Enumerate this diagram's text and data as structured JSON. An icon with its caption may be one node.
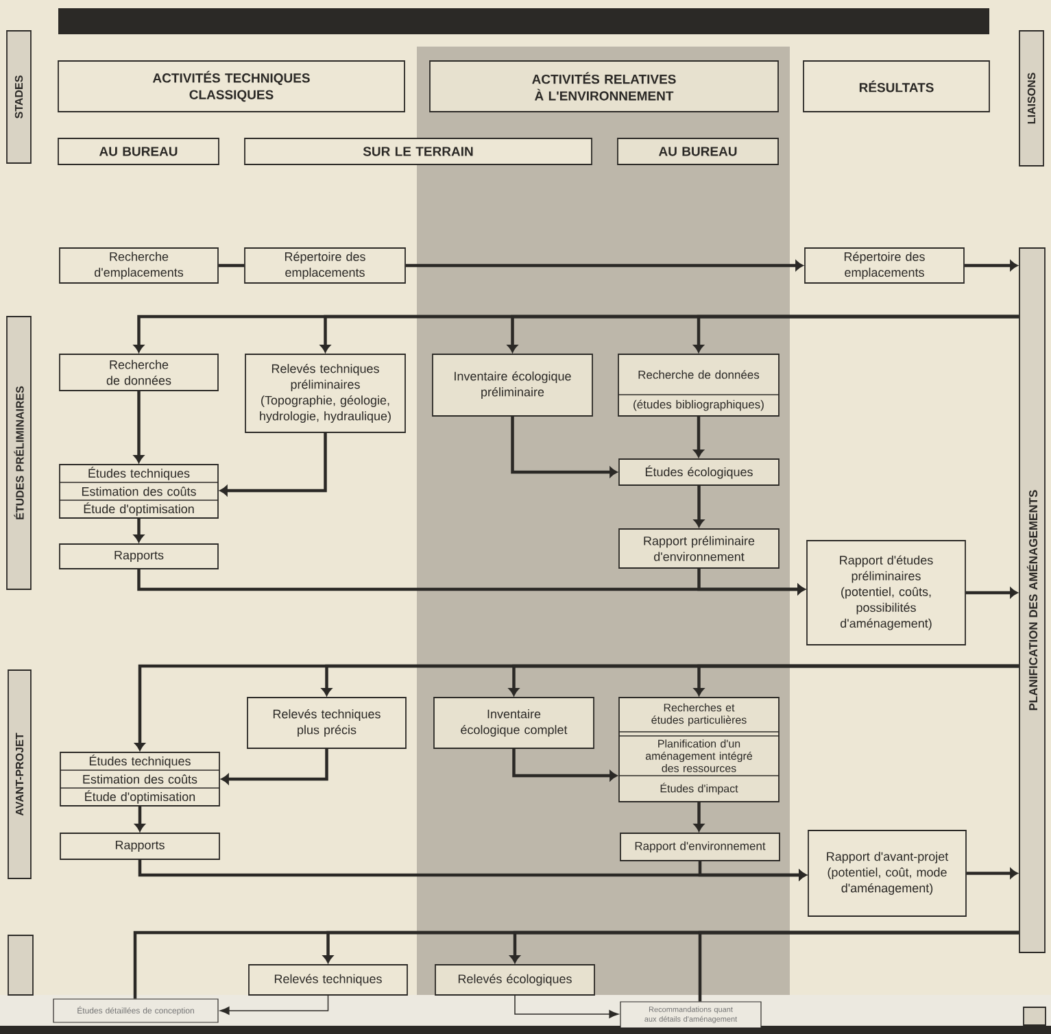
{
  "diagram": {
    "nodes": [
      {
        "text": [
          "STADES"
        ]
      },
      {
        "text": [
          "LIAISONS"
        ]
      },
      {
        "text": [
          "ACTIVITÉS TECHNIQUES CLASSIQUES"
        ]
      },
      {
        "text": [
          "ACTIVITÉS RELATIVES À L'ENVIRONNEMENT"
        ]
      },
      {
        "text": [
          "RÉSULTATS"
        ]
      },
      {
        "text": [
          "AU BUREAU"
        ]
      },
      {
        "text": [
          "SUR LE TERRAIN"
        ]
      },
      {
        "text": [
          "AU BUREAU"
        ]
      },
      {
        "text": [
          "Recherche d'emplacements"
        ]
      },
      {
        "text": [
          "Répertoire des emplacements"
        ]
      },
      {
        "text": [
          "Répertoire des emplacements"
        ]
      },
      {
        "text": [
          "PLANIFICATION DES AMÉNAGEMENTS"
        ]
      },
      {
        "text": [
          "ÉTUDES PRÉLIMINAIRES"
        ]
      },
      {
        "text": [
          "Recherche de données"
        ]
      },
      {
        "text": [
          "Relevés techniques préliminaires (Topographie, géologie, hydrologie, hydraulique)"
        ]
      },
      {
        "text": [
          "Inventaire écologique préliminaire"
        ]
      },
      {
        "text": [
          "Recherche de données",
          "(études bibliographiques)"
        ]
      },
      {
        "text": [
          "Études techniques",
          "Estimation des coûts",
          "Étude d'optimisation"
        ]
      },
      {
        "text": [
          "Études écologiques"
        ]
      },
      {
        "text": [
          "Rapports"
        ]
      },
      {
        "text": [
          "Rapport préliminaire d'environnement"
        ]
      },
      {
        "text": [
          "Rapport d'études préliminaires (potentiel, coûts, possibilités d'aménagement)"
        ]
      },
      {
        "text": [
          "AVANT-PROJET"
        ]
      },
      {
        "text": [
          "Relevés techniques plus précis"
        ]
      },
      {
        "text": [
          "Inventaire écologique complet"
        ]
      },
      {
        "text": [
          "Recherches et études particulières",
          "Planification d'un aménagement intégré des ressources",
          "Études d'impact"
        ]
      },
      {
        "text": [
          "Études techniques",
          "Estimation des coûts",
          "Étude d'optimisation"
        ]
      },
      {
        "text": [
          "Rapports"
        ]
      },
      {
        "text": [
          "Rapport d'environnement"
        ]
      },
      {
        "text": [
          "Rapport d'avant-projet (potentiel, coût, mode d'aménagement)"
        ]
      },
      {
        "text": [],
        "shape": "box"
      },
      {
        "text": [
          "Relevés techniques"
        ]
      },
      {
        "text": [
          "Relevés écologiques"
        ]
      },
      {
        "text": [
          "Études détaillées de conception"
        ]
      },
      {
        "text": [
          "Recommandations quant aux détails d'aménagement"
        ]
      },
      {
        "text": [],
        "shape": "box"
      }
    ],
    "edges": [
      {
        "from": 8,
        "to": 9,
        "arrow": "none"
      },
      {
        "from": 9,
        "to": 10,
        "arrow": "to"
      },
      {
        "from": 10,
        "to": 11,
        "arrow": "to"
      },
      {
        "from": 11,
        "to": 13,
        "arrow": "to"
      },
      {
        "from": 11,
        "to": 14,
        "arrow": "to"
      },
      {
        "from": 11,
        "to": 15,
        "arrow": "to"
      },
      {
        "from": 11,
        "to": 16,
        "arrow": "to"
      },
      {
        "from": 13,
        "to": 17,
        "arrow": "to"
      },
      {
        "from": 14,
        "to": 17,
        "arrow": "to"
      },
      {
        "from": 15,
        "to": 18,
        "arrow": "to"
      },
      {
        "from": 16,
        "to": 18,
        "arrow": "to"
      },
      {
        "from": 17,
        "to": 19,
        "arrow": "to"
      },
      {
        "from": 18,
        "to": 20,
        "arrow": "to"
      },
      {
        "from": 19,
        "to": 21,
        "arrow": "to"
      },
      {
        "from": 20,
        "to": 21,
        "arrow": "to"
      },
      {
        "from": 21,
        "to": 11,
        "arrow": "to"
      },
      {
        "from": 11,
        "to": 26,
        "arrow": "to"
      },
      {
        "from": 11,
        "to": 23,
        "arrow": "to"
      },
      {
        "from": 11,
        "to": 24,
        "arrow": "to"
      },
      {
        "from": 11,
        "to": 25,
        "arrow": "to"
      },
      {
        "from": 23,
        "to": 26,
        "arrow": "to"
      },
      {
        "from": 24,
        "to": 25,
        "arrow": "to"
      },
      {
        "from": 25,
        "to": 28,
        "arrow": "to"
      },
      {
        "from": 26,
        "to": 27,
        "arrow": "to"
      },
      {
        "from": 27,
        "to": 29,
        "arrow": "to"
      },
      {
        "from": 28,
        "to": 29,
        "arrow": "to"
      },
      {
        "from": 29,
        "to": 11,
        "arrow": "to"
      },
      {
        "from": 11,
        "to": 31,
        "arrow": "to"
      },
      {
        "from": 11,
        "to": 32,
        "arrow": "to"
      },
      {
        "from": 11,
        "to": 33,
        "arrow": "none"
      },
      {
        "from": 11,
        "to": 34,
        "arrow": "none"
      },
      {
        "from": 31,
        "to": 33,
        "arrow": "to"
      },
      {
        "from": 32,
        "to": 34,
        "arrow": "to"
      }
    ]
  }
}
